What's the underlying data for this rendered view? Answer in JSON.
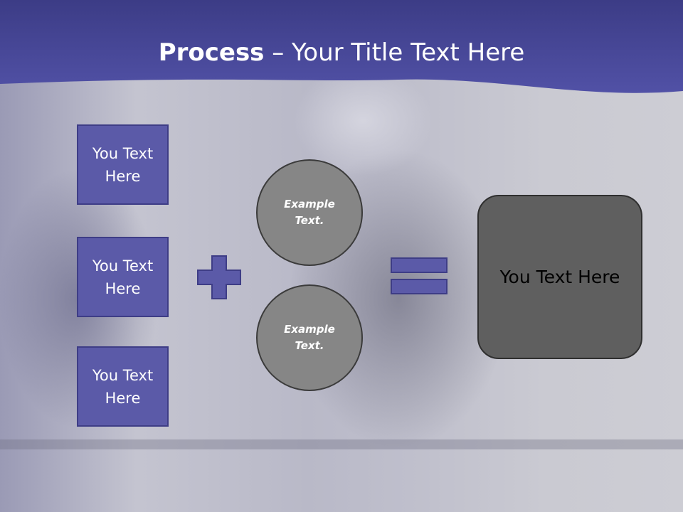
{
  "header": {
    "title_bold": "Process",
    "title_rest": " – Your Title Text Here"
  },
  "input_boxes": [
    {
      "label": "You Text Here"
    },
    {
      "label": "You Text Here"
    },
    {
      "label": "You Text Here"
    }
  ],
  "circles": [
    {
      "label": "Example Text."
    },
    {
      "label": "Example Text."
    }
  ],
  "result": {
    "label": "You Text Here"
  },
  "icons": {
    "operator_1": "plus-icon",
    "operator_2": "equals-icon"
  },
  "colors": {
    "header_band": "#4a4a9a",
    "box_fill": "#5b5aa8",
    "circle_fill": "#868686",
    "result_fill": "#5f5f5f"
  }
}
